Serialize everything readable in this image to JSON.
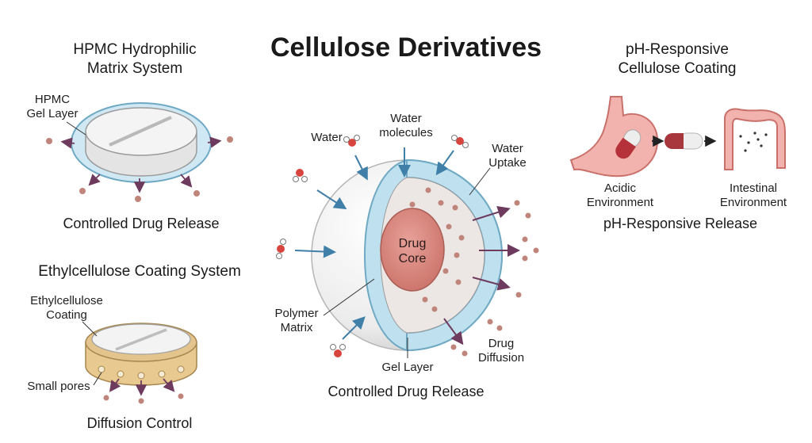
{
  "title": "Cellulose Derivatives",
  "hpmc": {
    "heading_line1": "HPMC Hydrophilic",
    "heading_line2": "Matrix System",
    "gel_label_line1": "HPMC",
    "gel_label_line2": "Gel Layer",
    "caption": "Controlled Drug Release"
  },
  "ethyl": {
    "heading": "Ethylcellulose Coating System",
    "coating_label_line1": "Ethylcellulose",
    "coating_label_line2": "Coating",
    "pores_label": "Small pores",
    "caption": "Diffusion Control"
  },
  "center": {
    "water": "Water",
    "water_molecules_line1": "Water",
    "water_molecules_line2": "molecules",
    "water_uptake_line1": "Water",
    "water_uptake_line2": "Uptake",
    "drug_core_line1": "Drug",
    "drug_core_line2": "Core",
    "polymer_matrix_line1": "Polymer",
    "polymer_matrix_line2": "Matrix",
    "gel_layer": "Gel Layer",
    "drug_diffusion_line1": "Drug",
    "drug_diffusion_line2": "Diffusion",
    "caption": "Controlled Drug Release"
  },
  "ph": {
    "heading_line1": "pH-Responsive",
    "heading_line2": "Cellulose Coating",
    "acidic_line1": "Acidic",
    "acidic_line2": "Environment",
    "intestinal_line1": "Intestinal",
    "intestinal_line2": "Environment",
    "caption": "pH-Responsive Release"
  },
  "colors": {
    "gel_blue": "#bfe0ee",
    "gel_edge": "#6fa9c4",
    "drug_core": "#d9827a",
    "particle": "#c0857a",
    "arrow_purple": "#6e3b5e",
    "arrow_blue": "#3f7fa8",
    "stomach": "#f2b2ad",
    "coating_tan": "#e3c48c"
  }
}
